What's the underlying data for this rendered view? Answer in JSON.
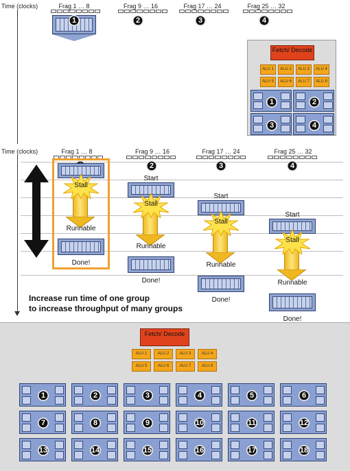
{
  "top": {
    "time_label": "Time (clocks)",
    "frags": [
      "Frag 1 … 8",
      "Frag 9 … 16",
      "Frag 17 … 24",
      "Frag 25 … 32"
    ],
    "numbers": [
      "1",
      "2",
      "3",
      "4"
    ]
  },
  "mini_core": {
    "fetch": "Fetch/ Decode",
    "alus": [
      "ALU 1",
      "ALU 2",
      "ALU 3",
      "ALU 4",
      "ALU 5",
      "ALU 6",
      "ALU 7",
      "ALU 8"
    ],
    "contexts": [
      "1",
      "2",
      "3",
      "4"
    ]
  },
  "middle": {
    "time_label": "Time (clocks)",
    "frags": [
      "Frag 1 … 8",
      "Frag 9 … 16",
      "Frag 17 … 24",
      "Frag 25 … 32"
    ],
    "numbers": [
      "1",
      "2",
      "3",
      "4"
    ],
    "start": "Start",
    "stall": "Stall",
    "runnable": "Runnable",
    "done": "Done!",
    "caption_line1": "Increase run time of one group",
    "caption_line2": "to increase throughput of many groups"
  },
  "bottom_core": {
    "fetch": "Fetch/ Decode",
    "alus": [
      "ALU 1",
      "ALU 2",
      "ALU 3",
      "ALU 4",
      "ALU 5",
      "ALU 6",
      "ALU 7",
      "ALU 8"
    ],
    "contexts": [
      "1",
      "2",
      "3",
      "4",
      "5",
      "6",
      "7",
      "8",
      "9",
      "10",
      "11",
      "12",
      "13",
      "14",
      "15",
      "16",
      "17",
      "18"
    ]
  },
  "colors": {
    "fetch": "#e0431c",
    "alu": "#f4a61a",
    "context": "#8aa0d2",
    "highlight": "#f0a030",
    "panel": "#dcdcdc"
  }
}
